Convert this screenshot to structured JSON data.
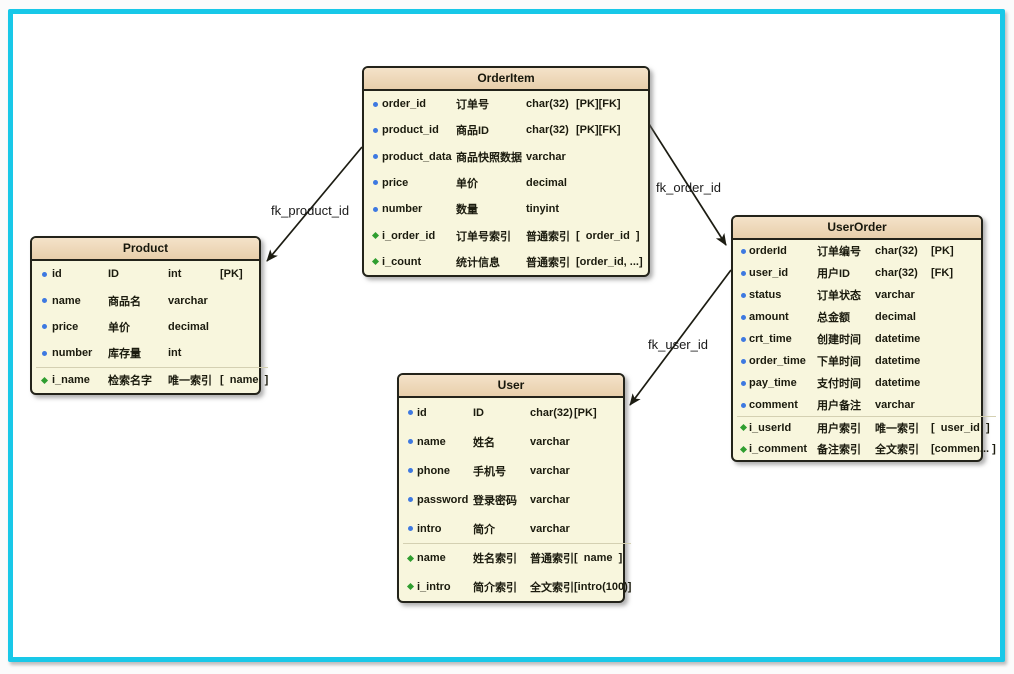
{
  "colors": {
    "frame": "#18c8e8",
    "entity_header_bg": "#ecd5b4",
    "entity_body_bg": "#f8f6dd",
    "entity_border": "#23231a",
    "column_icon": "#3e79e1",
    "index_icon": "#2f9e2f"
  },
  "entities": [
    {
      "title": "OrderItem",
      "rows": [
        {
          "kind": "column",
          "name": "order_id",
          "comment": "订单号",
          "type": "char(32)",
          "flags": "[PK][FK]"
        },
        {
          "kind": "column",
          "name": "product_id",
          "comment": "商品ID",
          "type": "char(32)",
          "flags": "[PK][FK]"
        },
        {
          "kind": "column",
          "name": "product_data",
          "comment": "商品快照数据",
          "type": "varchar",
          "flags": ""
        },
        {
          "kind": "column",
          "name": "price",
          "comment": "单价",
          "type": "decimal",
          "flags": ""
        },
        {
          "kind": "column",
          "name": "number",
          "comment": "数量",
          "type": "tinyint",
          "flags": ""
        },
        {
          "kind": "index",
          "name": "i_order_id",
          "comment": "订单号索引",
          "type": "普通索引",
          "flags": "[  order_id  ]"
        },
        {
          "kind": "index",
          "name": "i_count",
          "comment": "统计信息",
          "type": "普通索引",
          "flags": "[order_id, ...]"
        }
      ]
    },
    {
      "title": "Product",
      "rows": [
        {
          "kind": "column",
          "name": "id",
          "comment": "ID",
          "type": "int",
          "flags": "[PK]"
        },
        {
          "kind": "column",
          "name": "name",
          "comment": "商品名",
          "type": "varchar",
          "flags": ""
        },
        {
          "kind": "column",
          "name": "price",
          "comment": "单价",
          "type": "decimal",
          "flags": ""
        },
        {
          "kind": "column",
          "name": "number",
          "comment": "库存量",
          "type": "int",
          "flags": ""
        },
        {
          "kind": "index",
          "name": "i_name",
          "comment": "检索名字",
          "type": "唯一索引",
          "flags": "[  name  ]"
        }
      ]
    },
    {
      "title": "UserOrder",
      "rows": [
        {
          "kind": "column",
          "name": "orderId",
          "comment": "订单编号",
          "type": "char(32)",
          "flags": "[PK]"
        },
        {
          "kind": "column",
          "name": "user_id",
          "comment": "用户ID",
          "type": "char(32)",
          "flags": "[FK]"
        },
        {
          "kind": "column",
          "name": "status",
          "comment": "订单状态",
          "type": "varchar",
          "flags": ""
        },
        {
          "kind": "column",
          "name": "amount",
          "comment": "总金额",
          "type": "decimal",
          "flags": ""
        },
        {
          "kind": "column",
          "name": "crt_time",
          "comment": "创建时间",
          "type": "datetime",
          "flags": ""
        },
        {
          "kind": "column",
          "name": "order_time",
          "comment": "下单时间",
          "type": "datetime",
          "flags": ""
        },
        {
          "kind": "column",
          "name": "pay_time",
          "comment": "支付时间",
          "type": "datetime",
          "flags": ""
        },
        {
          "kind": "column",
          "name": "comment",
          "comment": "用户备注",
          "type": "varchar",
          "flags": ""
        },
        {
          "kind": "index",
          "name": "i_userId",
          "comment": "用户索引",
          "type": "唯一索引",
          "flags": "[  user_id  ]"
        },
        {
          "kind": "index",
          "name": "i_comment",
          "comment": "备注索引",
          "type": "全文索引",
          "flags": "[commen... ]"
        }
      ]
    },
    {
      "title": "User",
      "rows": [
        {
          "kind": "column",
          "name": "id",
          "comment": "ID",
          "type": "char(32)",
          "flags": "[PK]"
        },
        {
          "kind": "column",
          "name": "name",
          "comment": "姓名",
          "type": "varchar",
          "flags": ""
        },
        {
          "kind": "column",
          "name": "phone",
          "comment": "手机号",
          "type": "varchar",
          "flags": ""
        },
        {
          "kind": "column",
          "name": "password",
          "comment": "登录密码",
          "type": "varchar",
          "flags": ""
        },
        {
          "kind": "column",
          "name": "intro",
          "comment": "简介",
          "type": "varchar",
          "flags": ""
        },
        {
          "kind": "index",
          "name": "name",
          "comment": "姓名索引",
          "type": "普通索引",
          "flags": "[  name  ]"
        },
        {
          "kind": "index",
          "name": "i_intro",
          "comment": "简介索引",
          "type": "全文索引",
          "flags": "[intro(100)]"
        }
      ]
    }
  ],
  "relations": [
    {
      "label": "fk_product_id",
      "from": "OrderItem",
      "to": "Product"
    },
    {
      "label": "fk_order_id",
      "from": "OrderItem",
      "to": "UserOrder"
    },
    {
      "label": "fk_user_id",
      "from": "UserOrder",
      "to": "User"
    }
  ]
}
